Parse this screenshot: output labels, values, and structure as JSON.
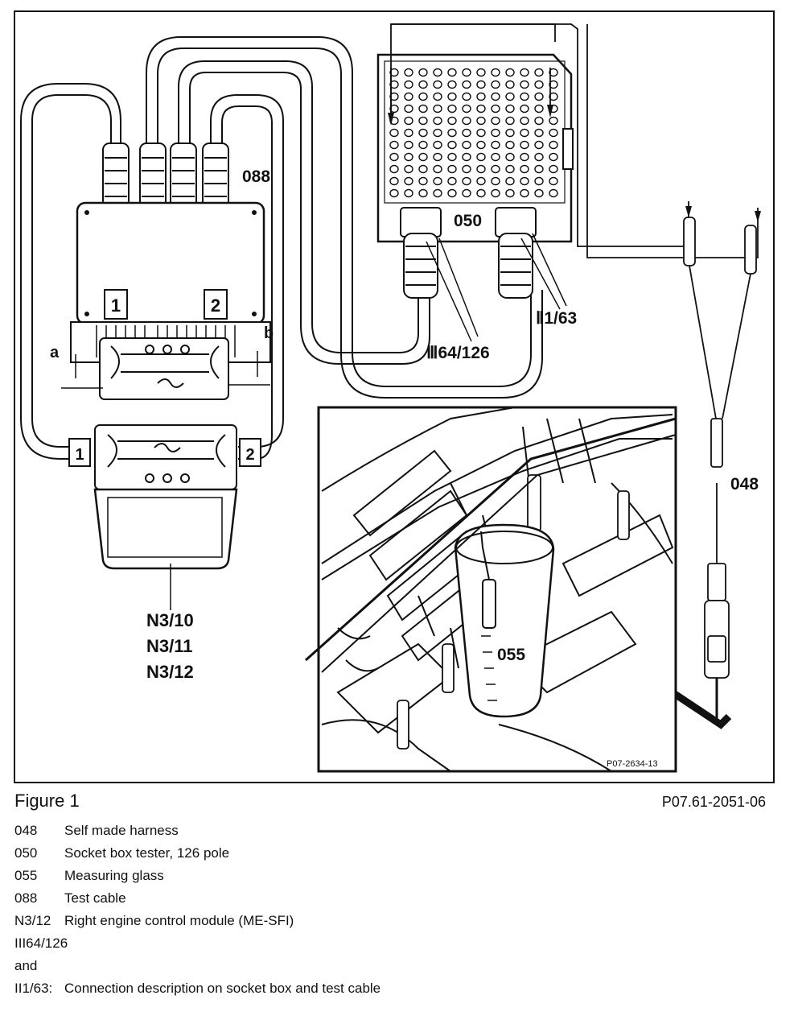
{
  "figure": {
    "labels": {
      "cable": "088",
      "socket_box": "050",
      "harness": "048",
      "glass": "055",
      "conn_1": "1",
      "conn_2": "2",
      "side_a": "a",
      "side_b": "b",
      "pin_range_high": "Ⅲ64/126",
      "pin_range_low": "Ⅱ1/63",
      "module_1": "N3/10",
      "module_2": "N3/11",
      "module_3": "N3/12",
      "photo_ref": "P07-2634-13"
    }
  },
  "caption": {
    "title": "Figure 1",
    "reference": "P07.61-2051-06"
  },
  "legend": [
    {
      "code": "048",
      "desc": "Self made harness"
    },
    {
      "code": "050",
      "desc": "Socket box tester, 126 pole"
    },
    {
      "code": "055",
      "desc": "Measuring glass"
    },
    {
      "code": "088",
      "desc": "Test cable"
    },
    {
      "code": "N3/12",
      "desc": "Right engine control module (ME-SFI)"
    },
    {
      "code": "III64/126",
      "desc": ""
    },
    {
      "code": "and",
      "desc": ""
    },
    {
      "code": "II1/63:",
      "desc": "Connection description on socket box and test cable"
    }
  ]
}
